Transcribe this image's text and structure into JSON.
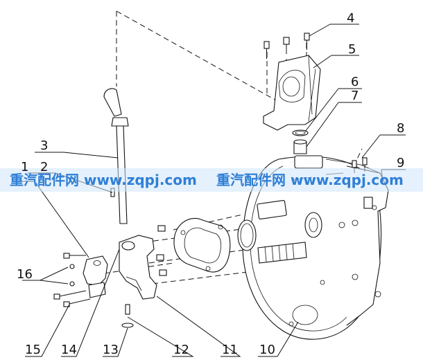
{
  "watermark": {
    "text_left": "重汽配件网 www.zqpj.com",
    "text_right": "重汽配件网 www.zqpj.com",
    "band_color": "#cfe6fb",
    "text_color": "#2f7fd6"
  },
  "callouts": [
    "1",
    "2",
    "3",
    "4",
    "5",
    "6",
    "7",
    "8",
    "9",
    "10",
    "11",
    "12",
    "13",
    "14",
    "15",
    "16"
  ]
}
